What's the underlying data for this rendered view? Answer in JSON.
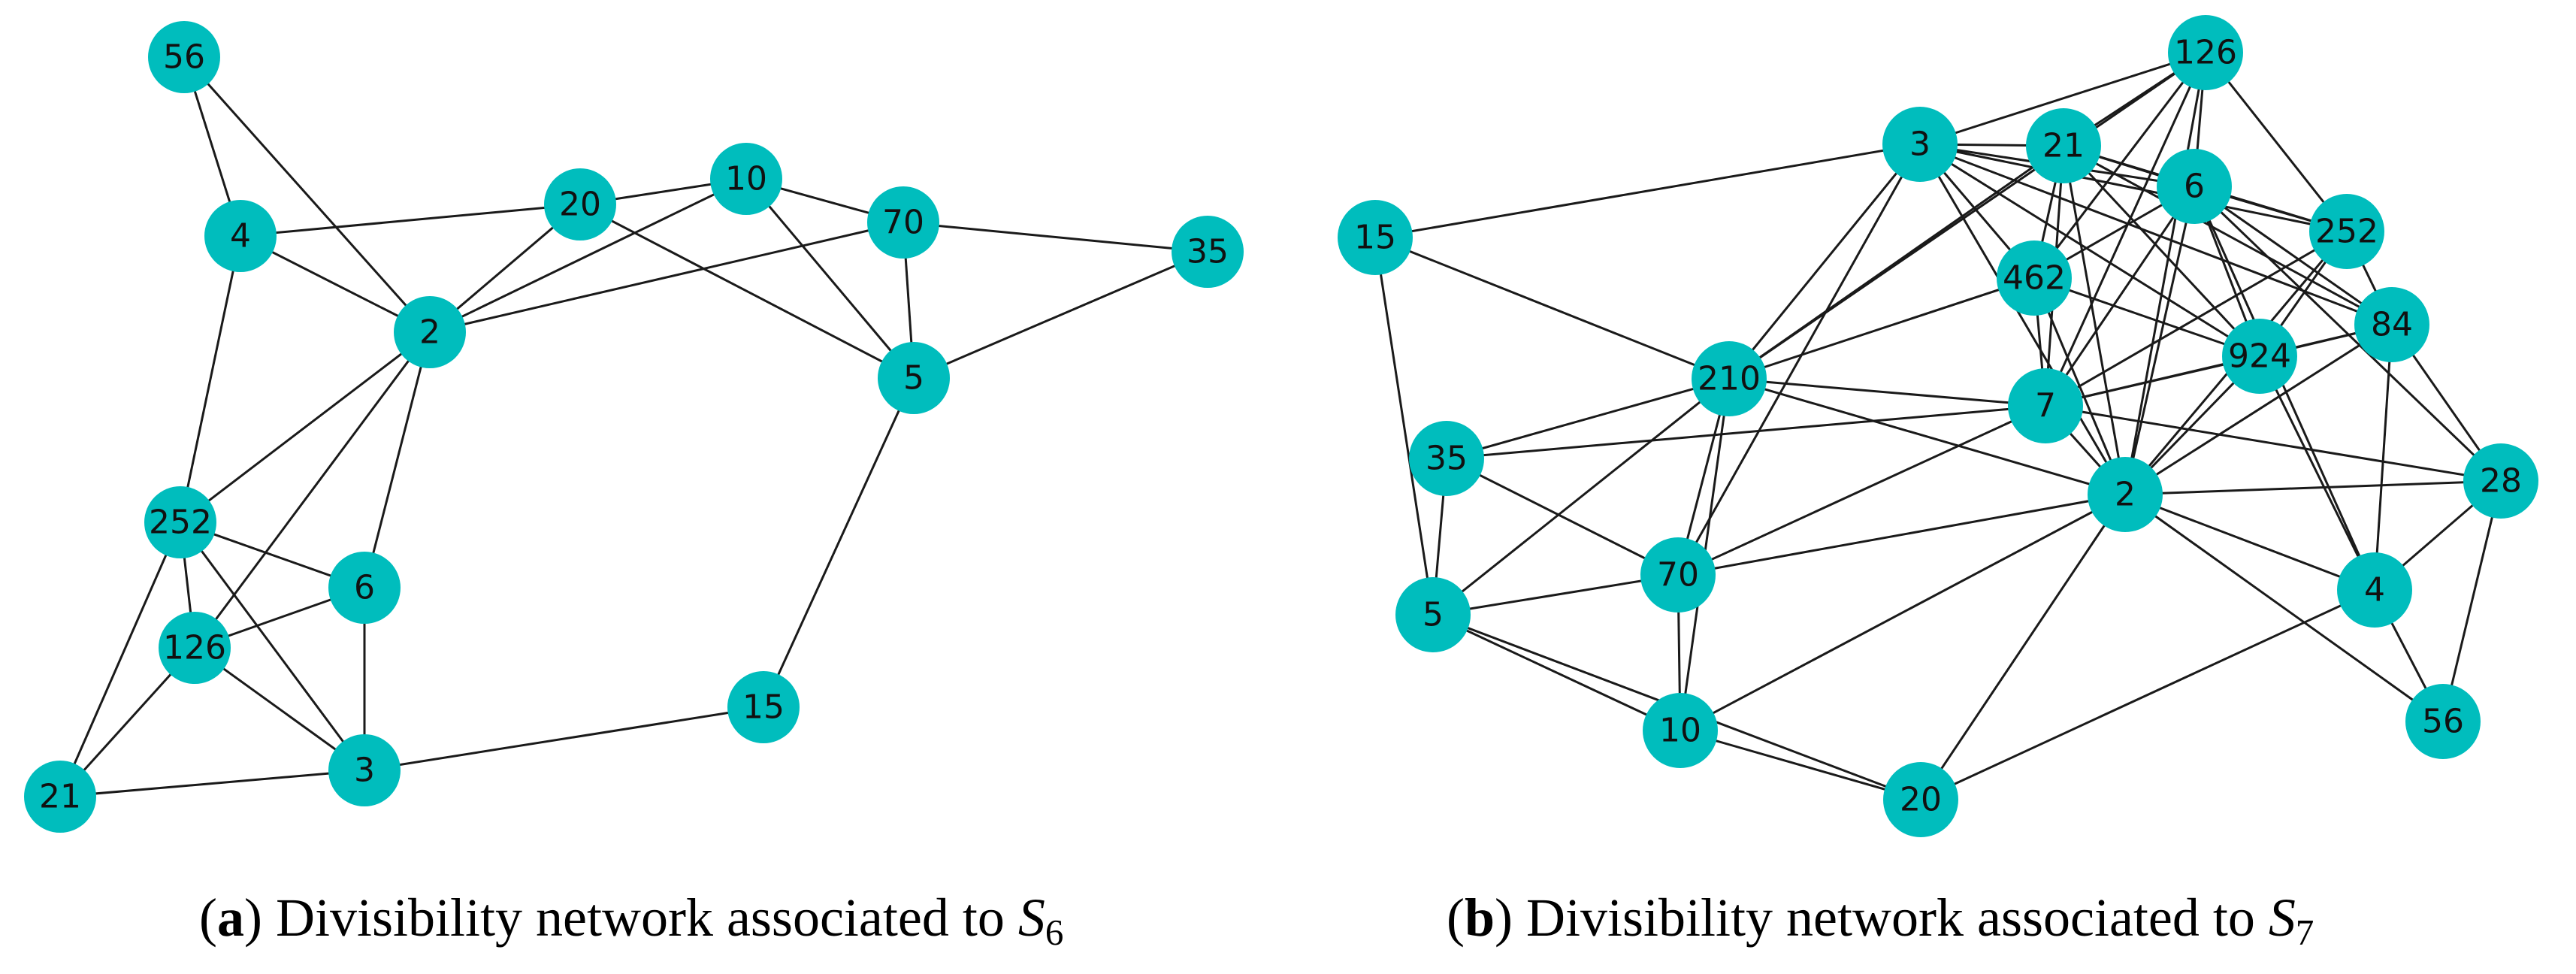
{
  "colors": {
    "node": "#00BDBD",
    "edge": "#1a1a1a",
    "label": "#111111"
  },
  "graphs": [
    {
      "id": "a",
      "caption": {
        "open": "(",
        "tag": "a",
        "close": ")",
        "text": "Divisibility network associated to",
        "math_symbol": "S",
        "math_subscript": "6"
      },
      "nodes": [
        "56",
        "4",
        "20",
        "10",
        "70",
        "35",
        "2",
        "5",
        "252",
        "6",
        "126",
        "15",
        "21",
        "3"
      ],
      "edges": [
        [
          "56",
          "4"
        ],
        [
          "56",
          "2"
        ],
        [
          "4",
          "20"
        ],
        [
          "4",
          "2"
        ],
        [
          "4",
          "252"
        ],
        [
          "20",
          "10"
        ],
        [
          "20",
          "2"
        ],
        [
          "20",
          "5"
        ],
        [
          "10",
          "2"
        ],
        [
          "10",
          "70"
        ],
        [
          "10",
          "5"
        ],
        [
          "70",
          "2"
        ],
        [
          "70",
          "5"
        ],
        [
          "70",
          "35"
        ],
        [
          "35",
          "5"
        ],
        [
          "5",
          "15"
        ],
        [
          "2",
          "252"
        ],
        [
          "2",
          "126"
        ],
        [
          "2",
          "6"
        ],
        [
          "252",
          "6"
        ],
        [
          "252",
          "126"
        ],
        [
          "252",
          "3"
        ],
        [
          "252",
          "21"
        ],
        [
          "126",
          "6"
        ],
        [
          "126",
          "3"
        ],
        [
          "126",
          "21"
        ],
        [
          "6",
          "3"
        ],
        [
          "3",
          "21"
        ],
        [
          "3",
          "15"
        ]
      ]
    },
    {
      "id": "b",
      "caption": {
        "open": "(",
        "tag": "b",
        "close": ")",
        "text": "Divisibility network associated to",
        "math_symbol": "S",
        "math_subscript": "7"
      },
      "nodes": [
        "126",
        "3",
        "21",
        "6",
        "252",
        "15",
        "462",
        "84",
        "924",
        "210",
        "7",
        "35",
        "28",
        "2",
        "70",
        "4",
        "5",
        "10",
        "56",
        "20"
      ],
      "edges": [
        [
          "3",
          "15"
        ],
        [
          "3",
          "126"
        ],
        [
          "3",
          "21"
        ],
        [
          "3",
          "6"
        ],
        [
          "3",
          "252"
        ],
        [
          "3",
          "84"
        ],
        [
          "3",
          "924"
        ],
        [
          "3",
          "462"
        ],
        [
          "3",
          "210"
        ],
        [
          "3",
          "70"
        ],
        [
          "3",
          "2"
        ],
        [
          "126",
          "21"
        ],
        [
          "126",
          "6"
        ],
        [
          "126",
          "252"
        ],
        [
          "126",
          "462"
        ],
        [
          "126",
          "7"
        ],
        [
          "126",
          "2"
        ],
        [
          "126",
          "210"
        ],
        [
          "21",
          "6"
        ],
        [
          "21",
          "252"
        ],
        [
          "21",
          "462"
        ],
        [
          "21",
          "7"
        ],
        [
          "21",
          "924"
        ],
        [
          "21",
          "84"
        ],
        [
          "21",
          "2"
        ],
        [
          "21",
          "210"
        ],
        [
          "6",
          "252"
        ],
        [
          "6",
          "84"
        ],
        [
          "6",
          "924"
        ],
        [
          "6",
          "2"
        ],
        [
          "6",
          "7"
        ],
        [
          "6",
          "4"
        ],
        [
          "6",
          "28"
        ],
        [
          "6",
          "462"
        ],
        [
          "252",
          "84"
        ],
        [
          "252",
          "924"
        ],
        [
          "252",
          "7"
        ],
        [
          "252",
          "2"
        ],
        [
          "462",
          "7"
        ],
        [
          "462",
          "924"
        ],
        [
          "462",
          "2"
        ],
        [
          "462",
          "210"
        ],
        [
          "84",
          "924"
        ],
        [
          "84",
          "7"
        ],
        [
          "84",
          "2"
        ],
        [
          "84",
          "28"
        ],
        [
          "84",
          "4"
        ],
        [
          "924",
          "7"
        ],
        [
          "924",
          "2"
        ],
        [
          "924",
          "4"
        ],
        [
          "15",
          "210"
        ],
        [
          "15",
          "5"
        ],
        [
          "210",
          "7"
        ],
        [
          "210",
          "2"
        ],
        [
          "210",
          "35"
        ],
        [
          "210",
          "70"
        ],
        [
          "210",
          "10"
        ],
        [
          "210",
          "5"
        ],
        [
          "7",
          "35"
        ],
        [
          "7",
          "2"
        ],
        [
          "7",
          "28"
        ],
        [
          "7",
          "70"
        ],
        [
          "35",
          "5"
        ],
        [
          "35",
          "70"
        ],
        [
          "2",
          "28"
        ],
        [
          "2",
          "4"
        ],
        [
          "2",
          "56"
        ],
        [
          "2",
          "70"
        ],
        [
          "2",
          "10"
        ],
        [
          "2",
          "20"
        ],
        [
          "28",
          "4"
        ],
        [
          "28",
          "56"
        ],
        [
          "4",
          "56"
        ],
        [
          "70",
          "5"
        ],
        [
          "70",
          "10"
        ],
        [
          "5",
          "10"
        ],
        [
          "5",
          "20"
        ],
        [
          "10",
          "20"
        ],
        [
          "20",
          "4"
        ]
      ]
    }
  ]
}
